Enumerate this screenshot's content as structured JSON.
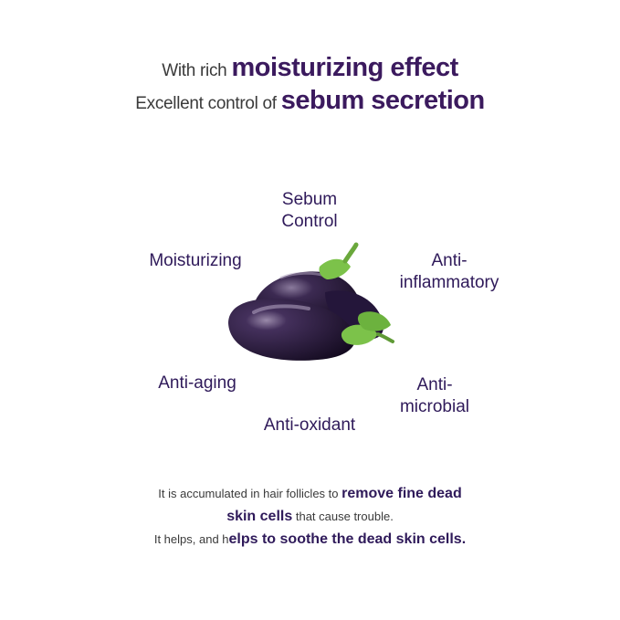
{
  "headline": {
    "line1_plain": "With rich ",
    "line1_emph": "moisturizing effect",
    "line2_plain": "Excellent control of ",
    "line2_emph": "sebum secretion"
  },
  "benefits": {
    "sebum_line1": "Sebum",
    "sebum_line2": "Control",
    "moisturizing": "Moisturizing",
    "anti_inflammatory_line1": "Anti-",
    "anti_inflammatory_line2": "inflammatory",
    "anti_aging": "Anti-aging",
    "anti_oxidant": "Anti-oxidant",
    "anti_microbial_line1": "Anti-",
    "anti_microbial_line2": "microbial"
  },
  "description": {
    "l1_plain": "It is accumulated in hair follicles to ",
    "l1_emph": "remove fine dead",
    "l2_emph": "skin cells",
    "l2_plain": " that cause trouble.",
    "l3_plain": "It helps, and h",
    "l3_emph": "elps to soothe the dead skin cells."
  },
  "colors": {
    "accent_purple": "#3b1a5e",
    "eggplant_skin": "#2a1a3c",
    "calyx_green": "#7cc24a"
  },
  "image": {
    "subject": "eggplant-illustration"
  }
}
